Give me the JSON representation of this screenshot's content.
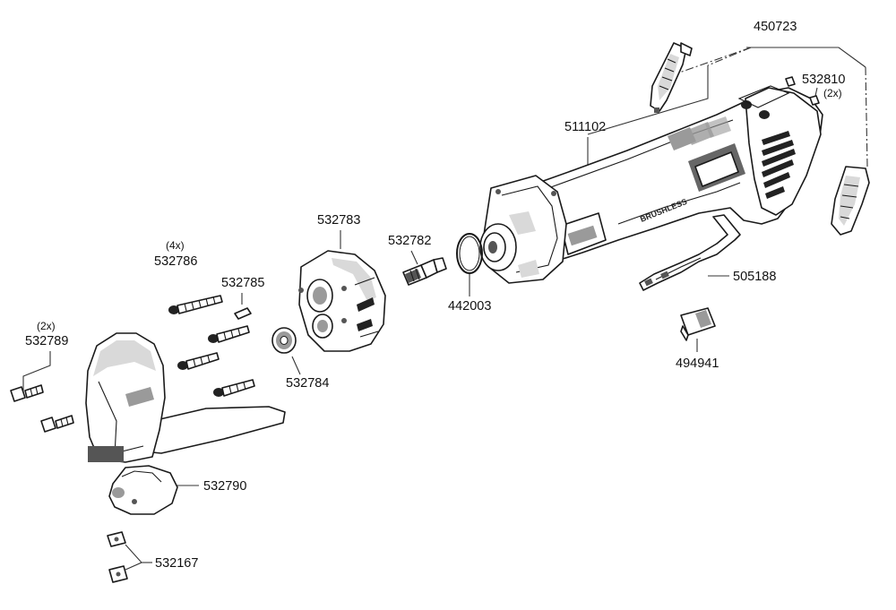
{
  "parts": [
    {
      "id": "p450723",
      "number": "450723",
      "quantity": ""
    },
    {
      "id": "p532810",
      "number": "532810",
      "quantity": "(2x)"
    },
    {
      "id": "p511102",
      "number": "511102",
      "quantity": ""
    },
    {
      "id": "p532783",
      "number": "532783",
      "quantity": ""
    },
    {
      "id": "p532782",
      "number": "532782",
      "quantity": ""
    },
    {
      "id": "p442003",
      "number": "442003",
      "quantity": ""
    },
    {
      "id": "p505188",
      "number": "505188",
      "quantity": ""
    },
    {
      "id": "p494941",
      "number": "494941",
      "quantity": ""
    },
    {
      "id": "p532786",
      "number": "532786",
      "quantity": "(4x)"
    },
    {
      "id": "p532785",
      "number": "532785",
      "quantity": ""
    },
    {
      "id": "p532789",
      "number": "532789",
      "quantity": "(2x)"
    },
    {
      "id": "p532784",
      "number": "532784",
      "quantity": ""
    },
    {
      "id": "p532790",
      "number": "532790",
      "quantity": ""
    },
    {
      "id": "p532167",
      "number": "532167",
      "quantity": ""
    }
  ],
  "housing_text": "BRUSHLESS"
}
